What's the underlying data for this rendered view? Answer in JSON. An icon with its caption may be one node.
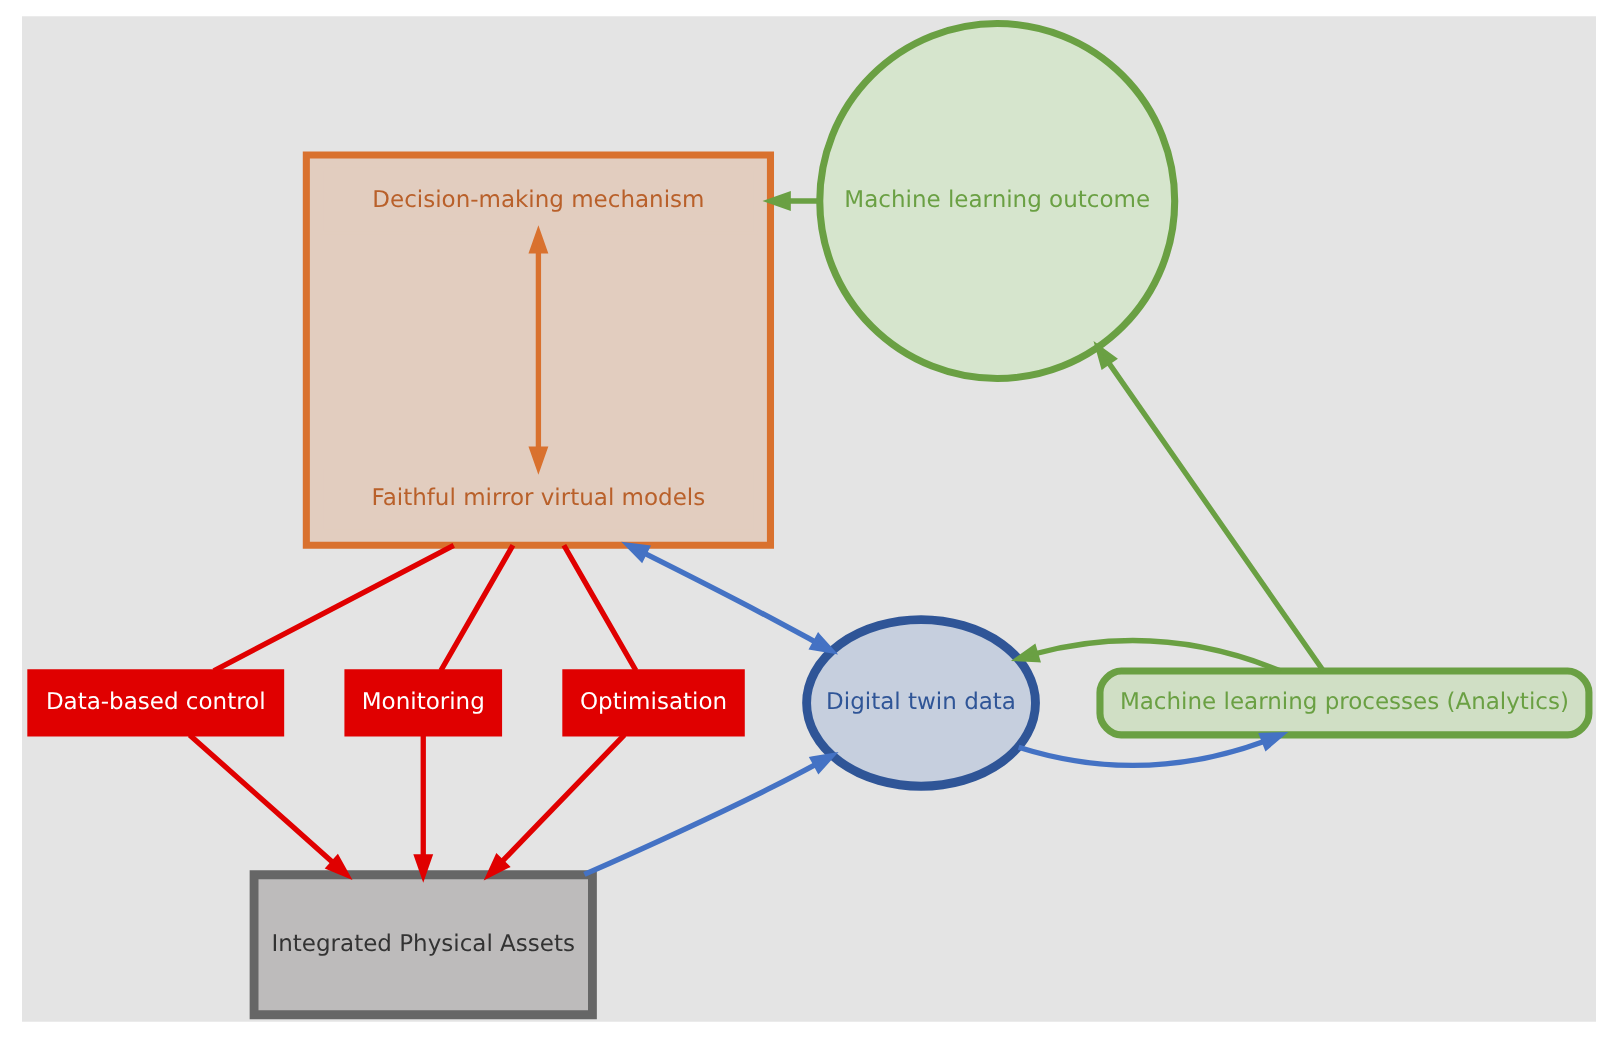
{
  "diagram": {
    "nodes": [
      {
        "text": [],
        "shape": "box"
      },
      {
        "text": [
          "Decision-making mechanism"
        ],
        "in": 0
      },
      {
        "text": [
          "Faithful mirror virtual models"
        ],
        "in": 0
      },
      {
        "text": [
          "Machine learning outcome"
        ]
      },
      {
        "text": [
          "Digital twin data"
        ]
      },
      {
        "text": [
          "Machine learning processes (Analytics)"
        ]
      },
      {
        "text": [
          "Data-based control"
        ]
      },
      {
        "text": [
          "Monitoring"
        ]
      },
      {
        "text": [
          "Optimisation"
        ]
      },
      {
        "text": [
          "Integrated Physical Assets"
        ]
      }
    ],
    "edges": [
      {
        "from": 1,
        "to": 2,
        "arrow": "both",
        "color": "#d9712e"
      },
      {
        "from": 3,
        "to": 0,
        "arrow": "to",
        "color": "#6aa043"
      },
      {
        "from": 0,
        "to": 4,
        "arrow": "both",
        "color": "#4472c4"
      },
      {
        "from": 9,
        "to": 4,
        "arrow": "to",
        "color": "#4472c4"
      },
      {
        "from": 4,
        "to": 5,
        "arrow": "to",
        "color": "#4472c4"
      },
      {
        "from": 5,
        "to": 4,
        "arrow": "to",
        "color": "#6aa043"
      },
      {
        "from": 5,
        "to": 3,
        "arrow": "to",
        "color": "#6aa043"
      },
      {
        "from": 0,
        "to": 6,
        "arrow": "none"
      },
      {
        "from": 0,
        "to": 7,
        "arrow": "none"
      },
      {
        "from": 0,
        "to": 8,
        "arrow": "none"
      },
      {
        "from": 6,
        "to": 9,
        "arrow": "to"
      },
      {
        "from": 7,
        "to": 9,
        "arrow": "to"
      },
      {
        "from": 8,
        "to": 9,
        "arrow": "to"
      }
    ]
  }
}
